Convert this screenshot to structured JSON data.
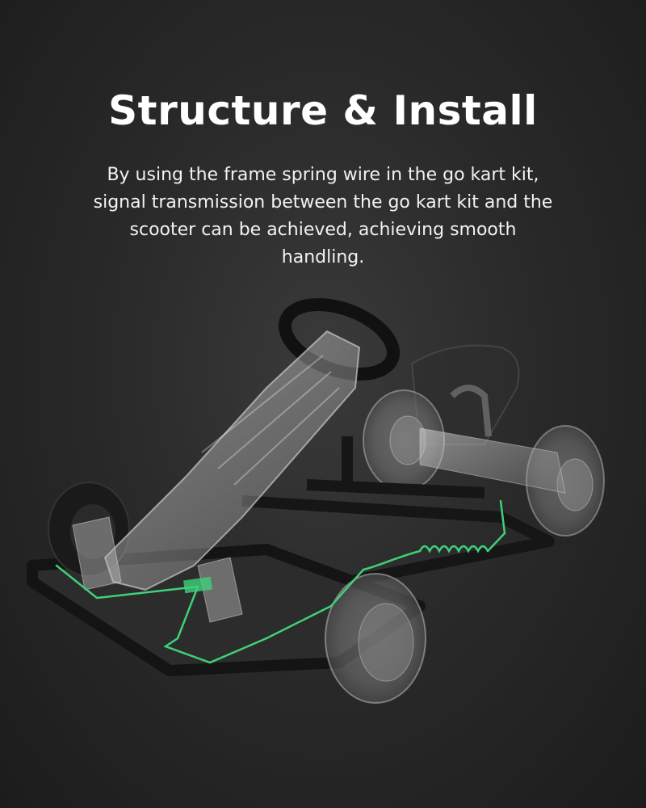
{
  "heading": "Structure & Install",
  "description": "By using the frame spring wire in the go kart kit, signal transmission between the go kart kit and the scooter can be achieved, achieving smooth handling.",
  "image": {
    "subject": "go-kart-transparent-illustration",
    "accent_color": "#3fd07a"
  }
}
